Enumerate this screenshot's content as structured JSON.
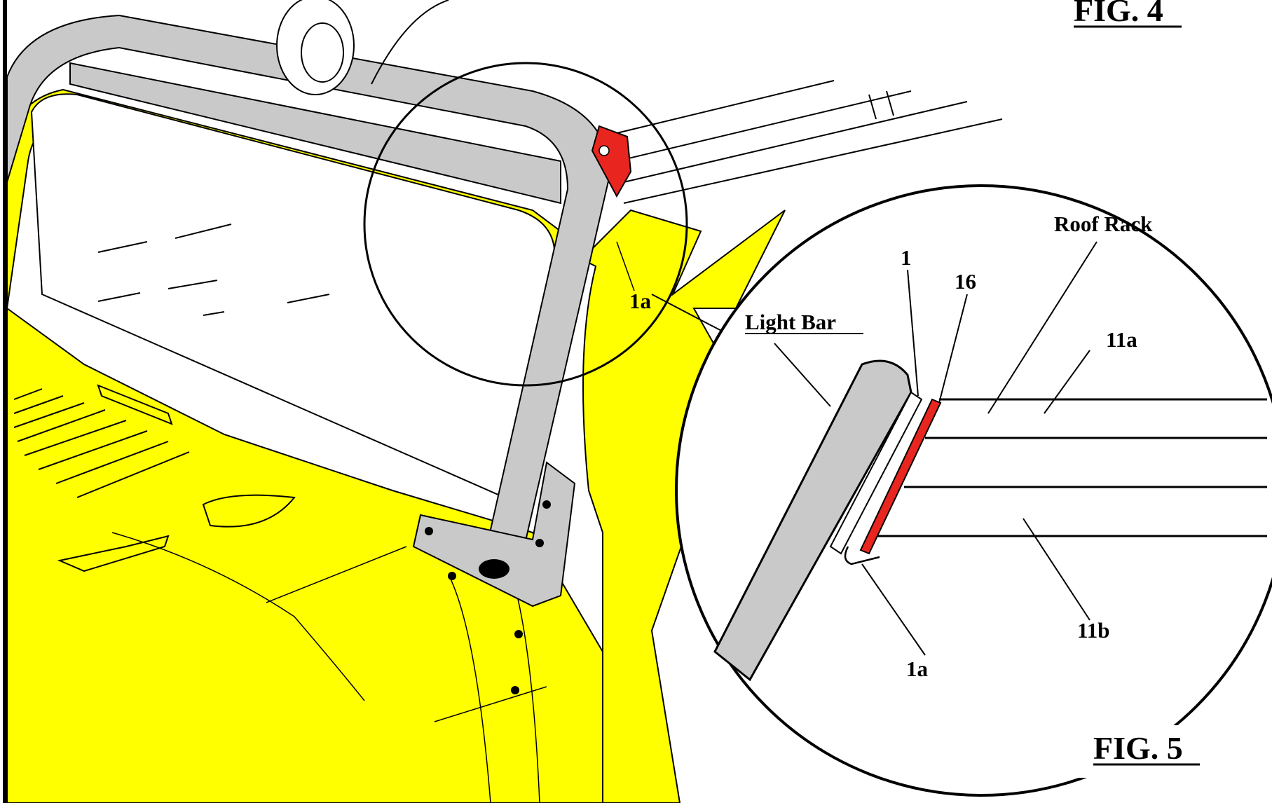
{
  "figures": {
    "fig4_title": "FIG. 4",
    "fig5_title": "FIG. 5"
  },
  "labels": {
    "fig4_1a": "1a",
    "light_bar": "Light Bar",
    "ref_1": "1",
    "ref_16": "16",
    "roof_rack": "Roof Rack",
    "ref_11a": "11a",
    "ref_11b": "11b",
    "ref_1a": "1a"
  },
  "colors": {
    "vehicle_body": "#ffff00",
    "light_bar": "#c9c9c9",
    "bracket_accent": "#e8261f",
    "outline": "#000000"
  }
}
